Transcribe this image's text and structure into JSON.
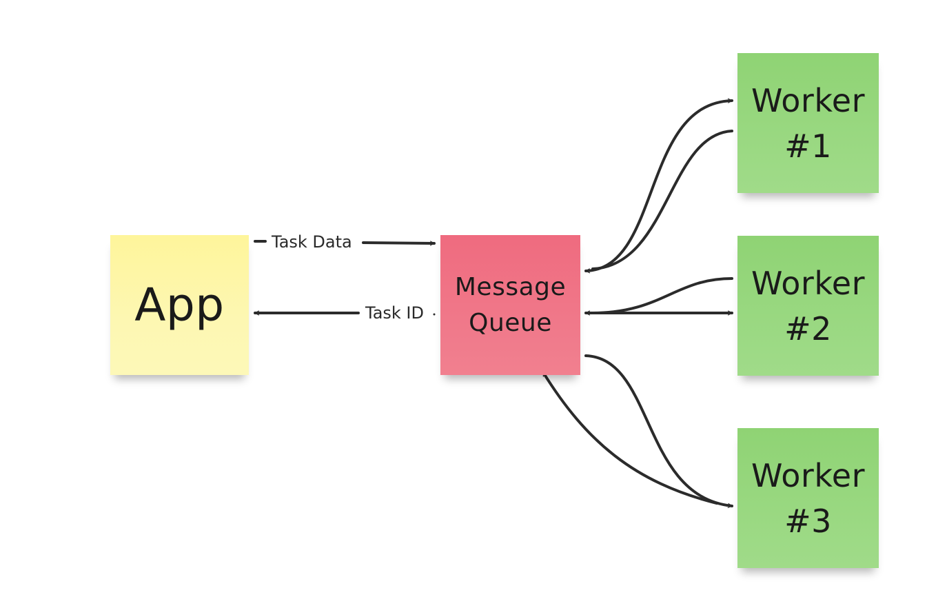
{
  "notes": {
    "app": "App",
    "queue": "Message\nQueue",
    "worker1": "Worker\n#1",
    "worker2": "Worker\n#2",
    "worker3": "Worker\n#3"
  },
  "edges": {
    "task_data": "Task Data",
    "task_id": "Task ID"
  },
  "colors": {
    "app_note": "#fdf6a8",
    "queue_note": "#ef6f82",
    "worker_note": "#96d67c",
    "connector": "#2b2b2b"
  }
}
